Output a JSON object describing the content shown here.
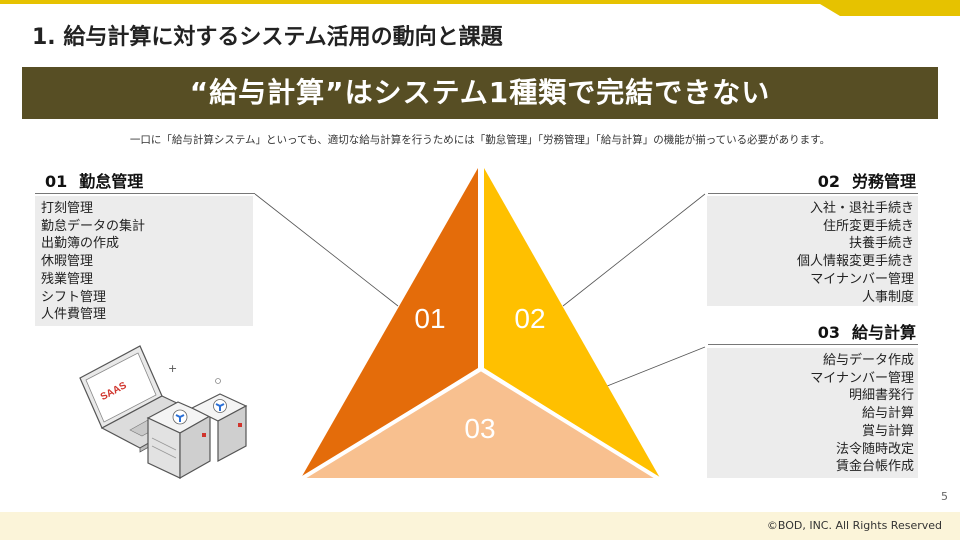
{
  "header": {
    "title": "1. 給与計算に対するシステム活用の動向と課題",
    "banner": "“給与計算”はシステム1種類で完結できない",
    "subtitle": "一口に「給与計算システム」といっても、適切な給与計算を行うためには「勤怠管理」「労務管理」「給与計算」の機能が揃っている必要があります。"
  },
  "colors": {
    "accent": "#e6c200",
    "banner_bg": "#574e24",
    "segment_01": "#e46c0a",
    "segment_02": "#ffc000",
    "segment_03": "#f8c08f",
    "footer_bg": "#fbf4d9"
  },
  "sections": [
    {
      "number": "01",
      "title": "勤怠管理",
      "items": [
        "打刻管理",
        "勤怠データの集計",
        "出勤簿の作成",
        "休暇管理",
        "残業管理",
        "シフト管理",
        "人件費管理"
      ]
    },
    {
      "number": "02",
      "title": "労務管理",
      "items": [
        "入社・退社手続き",
        "住所変更手続き",
        "扶養手続き",
        "個人情報変更手続き",
        "マイナンバー管理",
        "人事制度"
      ]
    },
    {
      "number": "03",
      "title": "給与計算",
      "items": [
        "給与データ作成",
        "マイナンバー管理",
        "明細書発行",
        "給与計算",
        "賞与計算",
        "法令随時改定",
        "賃金台帳作成"
      ]
    }
  ],
  "diagram": {
    "labels": [
      "01",
      "02",
      "03"
    ]
  },
  "illustration": {
    "screen_label": "SAAS",
    "icon": "laptop-server-icon"
  },
  "footer": {
    "page_number": "5",
    "copyright": "©BOD, INC. All Rights Reserved"
  }
}
